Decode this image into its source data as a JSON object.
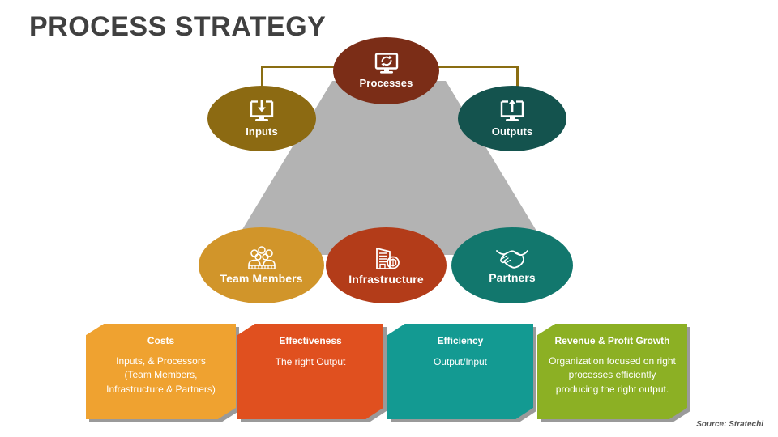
{
  "slide": {
    "title": "PROCESS STRATEGY",
    "source": "Source: Stratechi",
    "background_color": "#ffffff",
    "title_color": "#404040"
  },
  "diagram": {
    "funnel_color": "#b3b3b3",
    "connector_color": "#8a6d12",
    "top_row": [
      {
        "id": "inputs",
        "label": "Inputs",
        "icon": "monitor-download-icon",
        "color": "#8c6a12"
      },
      {
        "id": "processes",
        "label": "Processes",
        "icon": "monitor-refresh-icon",
        "color": "#7b2d17"
      },
      {
        "id": "outputs",
        "label": "Outputs",
        "icon": "monitor-upload-icon",
        "color": "#14534e"
      }
    ],
    "bottom_row": [
      {
        "id": "team-members",
        "label": "Team Members",
        "icon": "people-group-icon",
        "color": "#d1952a"
      },
      {
        "id": "infrastructure",
        "label": "Infrastructure",
        "icon": "building-badge-icon",
        "color": "#b33c19"
      },
      {
        "id": "partners",
        "label": "Partners",
        "icon": "handshake-icon",
        "color": "#12776d"
      }
    ]
  },
  "banners": [
    {
      "id": "costs",
      "title": "Costs",
      "body": "Inputs, & Processors\n(Team Members,\nInfrastructure & Partners)",
      "color": "#efa230"
    },
    {
      "id": "effectiveness",
      "title": "Effectiveness",
      "body": "The right Output",
      "color": "#e0501f"
    },
    {
      "id": "efficiency",
      "title": "Efficiency",
      "body": "Output/Input",
      "color": "#139a92"
    },
    {
      "id": "revenue",
      "title": "Revenue & Profit Growth",
      "body": "Organization focused on right\nprocesses efficiently\nproducing the right output.",
      "color": "#8cb024"
    }
  ]
}
